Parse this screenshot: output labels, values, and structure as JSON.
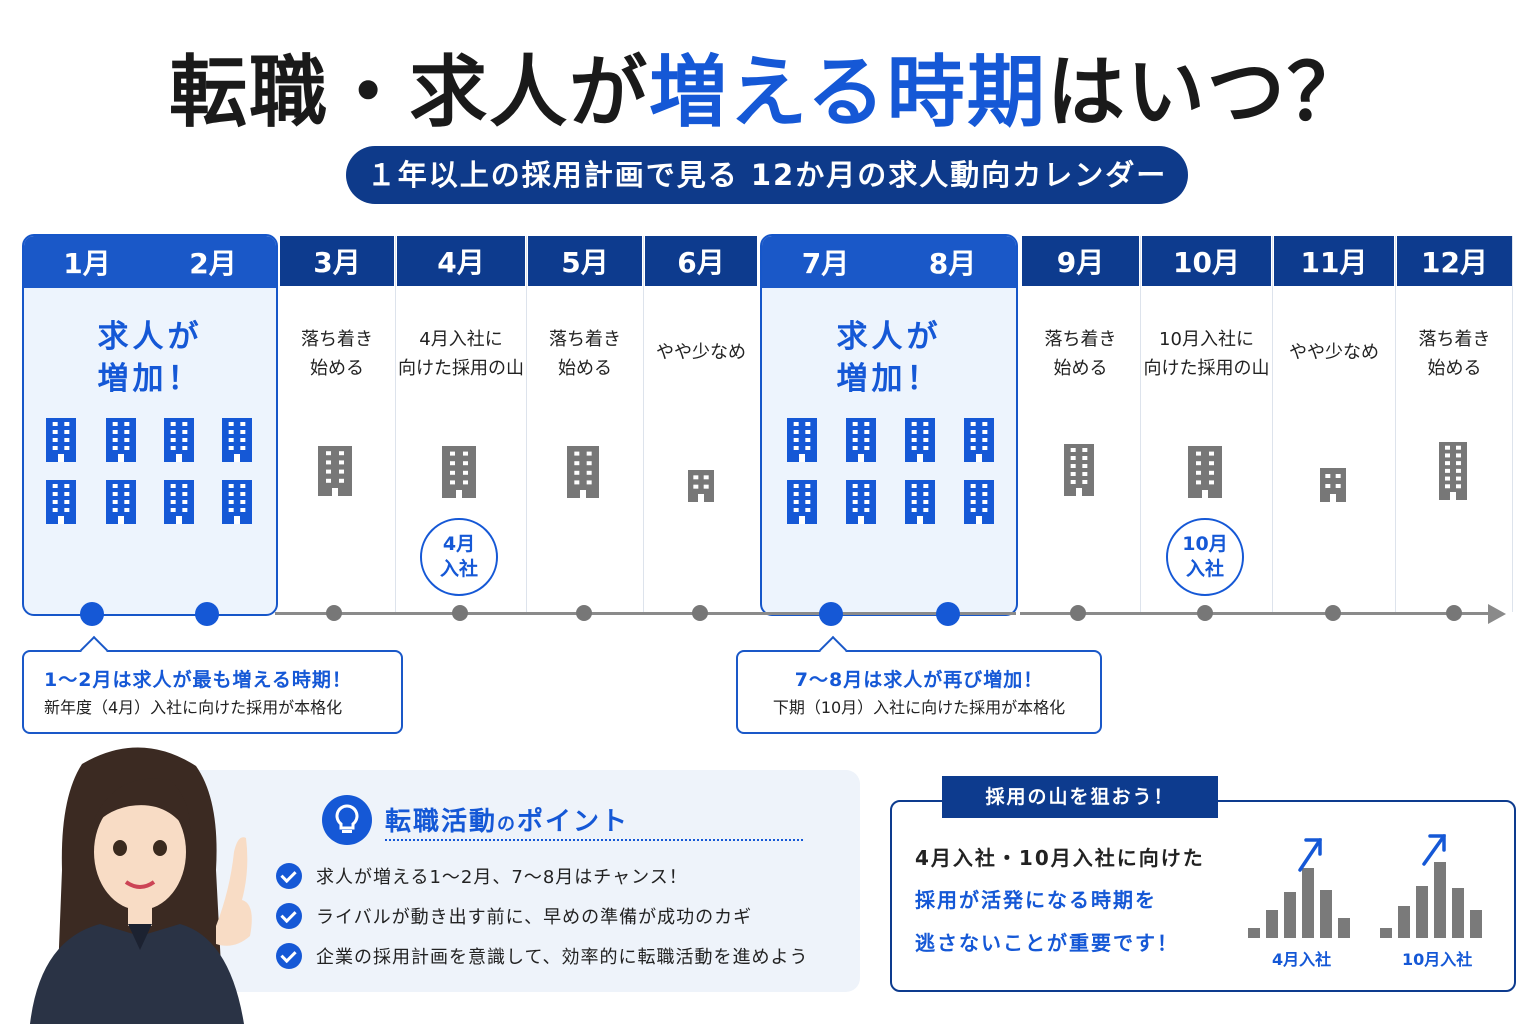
{
  "title": {
    "part1": "転職・求人が",
    "highlight": "増える時期",
    "part2": "はいつ？"
  },
  "subtitle": "１年以上の採用計画で見る 12か月の求人動向カレンダー",
  "calendar": {
    "months": [
      "1月",
      "2月",
      "3月",
      "4月",
      "5月",
      "6月",
      "7月",
      "8月",
      "9月",
      "10月",
      "11月",
      "12月"
    ],
    "peak_label_line1": "求人が",
    "peak_label_line2": "増加！",
    "descriptions": {
      "m3": [
        "落ち着き",
        "始める"
      ],
      "m4": [
        "4月入社に",
        "向けた採用の山"
      ],
      "m5": [
        "落ち着き",
        "始める"
      ],
      "m6": [
        "やや少なめ"
      ],
      "m9": [
        "落ち着き",
        "始める"
      ],
      "m10": [
        "10月入社に",
        "向けた採用の山"
      ],
      "m11": [
        "やや少なめ"
      ],
      "m12": [
        "落ち着き",
        "始める"
      ]
    },
    "badges": {
      "april": [
        "4月",
        "入社"
      ],
      "october": [
        "10月",
        "入社"
      ]
    },
    "colors": {
      "navy": "#0d3b8e",
      "accent": "#1558d6",
      "gray": "#777777"
    }
  },
  "callouts": {
    "jan_feb": {
      "headline": "1〜2月は求人が最も増える時期！",
      "detail": "新年度（4月）入社に向けた採用が本格化"
    },
    "jul_aug": {
      "headline": "7〜8月は求人が再び増加！",
      "detail": "下期（10月）入社に向けた採用が本格化"
    }
  },
  "points": {
    "title_main": "転職活動",
    "title_particle": "の",
    "title_rest": "ポイント",
    "items": [
      "求人が増える1〜2月、7〜8月はチャンス！",
      "ライバルが動き出す前に、早めの準備が成功のカギ",
      "企業の採用計画を意識して、効率的に転職活動を進めよう"
    ]
  },
  "peak": {
    "tab": "採用の山を狙おう！",
    "line1": "4月入社・10月入社に向けた",
    "line2": "採用が活発になる時期を",
    "line3": "逃さないことが重要です！",
    "chart_labels": [
      "4月入社",
      "10月入社"
    ]
  }
}
